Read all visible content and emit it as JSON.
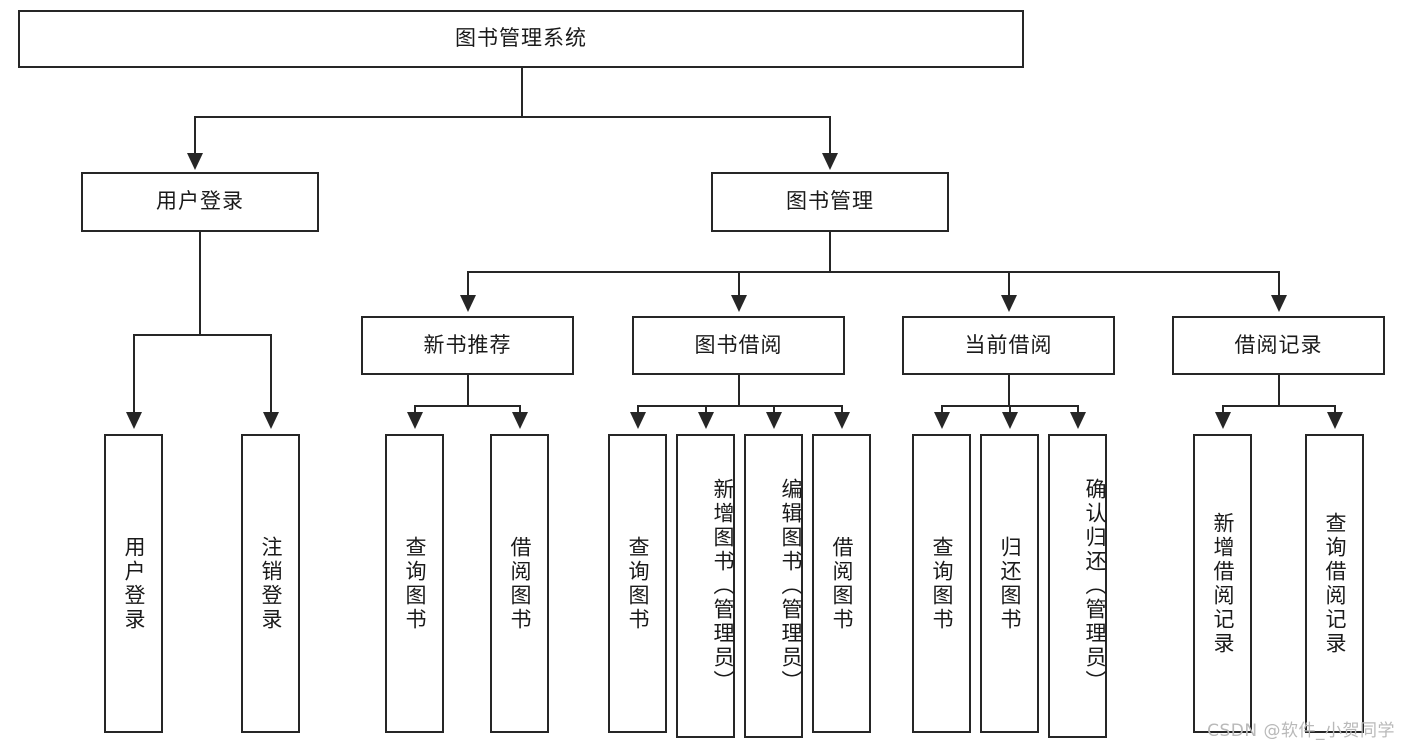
{
  "diagram": {
    "type": "tree-hierarchy",
    "title": "图书管理系统",
    "watermark": "CSDN @软件_小贺同学",
    "colors": {
      "line": "#262626",
      "box_fill": "#ffffff",
      "text": "#1a1a1a",
      "watermark": "#b9b9b9"
    },
    "levels": {
      "root": {
        "label": "图书管理系统"
      },
      "level2": [
        {
          "label": "用户登录"
        },
        {
          "label": "图书管理"
        }
      ],
      "level3": [
        {
          "label": "新书推荐"
        },
        {
          "label": "图书借阅"
        },
        {
          "label": "当前借阅"
        },
        {
          "label": "借阅记录"
        }
      ],
      "leaves": {
        "user_login": [
          {
            "label": "用户登录"
          },
          {
            "label": "注销登录"
          }
        ],
        "new_book_recommend": [
          {
            "label": "查询图书"
          },
          {
            "label": "借阅图书"
          }
        ],
        "book_borrow": [
          {
            "label": "查询图书"
          },
          {
            "label": "新增图书（管理员）"
          },
          {
            "label": "编辑图书（管理员）"
          },
          {
            "label": "借阅图书"
          }
        ],
        "current_borrow": [
          {
            "label": "查询图书"
          },
          {
            "label": "归还图书"
          },
          {
            "label": "确认归还（管理员）"
          }
        ],
        "borrow_record": [
          {
            "label": "新增借阅记录"
          },
          {
            "label": "查询借阅记录"
          }
        ]
      }
    }
  }
}
